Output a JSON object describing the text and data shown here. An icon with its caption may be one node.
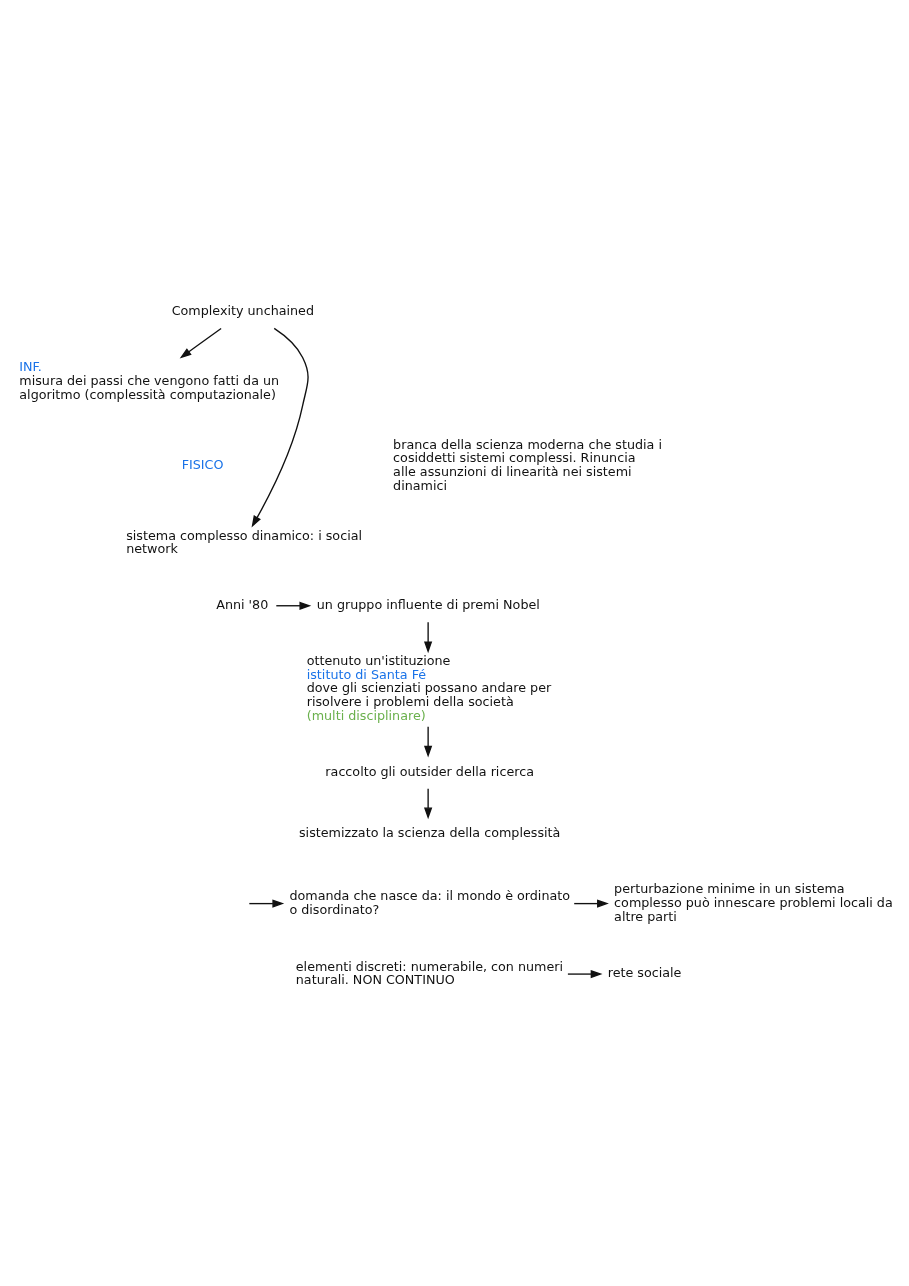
{
  "diagram": {
    "nodes": [
      {
        "text": [
          "Complexity unchained"
        ]
      },
      {
        "text": [
          "INF.",
          "misura dei passi che vengono fatti da un algoritmo (complessità computazionale)"
        ]
      },
      {
        "text": [
          "sistema complesso dinamico: i social network"
        ]
      },
      {
        "text": [
          "Anni '80"
        ]
      },
      {
        "text": [
          "un gruppo influente di premi Nobel"
        ]
      },
      {
        "text": [
          "ottenuto un'istituzione",
          "istituto di Santa Fé",
          "dove gli scienziati possano andare per risolvere i problemi della società",
          "(multi disciplinare)"
        ]
      },
      {
        "text": [
          "raccolto gli outsider della ricerca"
        ]
      },
      {
        "text": [
          "sistemizzato la scienza della complessità"
        ]
      },
      {
        "text": [
          "domanda che nasce da: il mondo è ordinato o disordinato?"
        ]
      },
      {
        "text": [
          "perturbazione minime in un sistema complesso può innescare problemi locali da altre parti"
        ]
      },
      {
        "text": [
          "elementi discreti: numerabile, con numeri naturali. NON CONTINUO"
        ]
      },
      {
        "text": [
          "rete sociale"
        ]
      }
    ],
    "edges": [
      {
        "from": 0,
        "to": 1,
        "arrow": "to"
      },
      {
        "from": 0,
        "to": 2,
        "arrow": "to"
      },
      {
        "from": 3,
        "to": 4,
        "arrow": "to"
      },
      {
        "from": 4,
        "to": 5,
        "arrow": "to"
      },
      {
        "from": 5,
        "to": 6,
        "arrow": "to"
      },
      {
        "from": 6,
        "to": 7,
        "arrow": "to"
      },
      {
        "from": null,
        "to": 8,
        "arrow": "to"
      },
      {
        "from": 8,
        "to": 9,
        "arrow": "to"
      },
      {
        "from": 10,
        "to": 11,
        "arrow": "to"
      }
    ],
    "labels": [
      "FISICO",
      "branca della scienza moderna che studia i cosiddetti sistemi complessi. Rinuncia alle assunzioni di linearità nei sistemi dinamici"
    ]
  }
}
